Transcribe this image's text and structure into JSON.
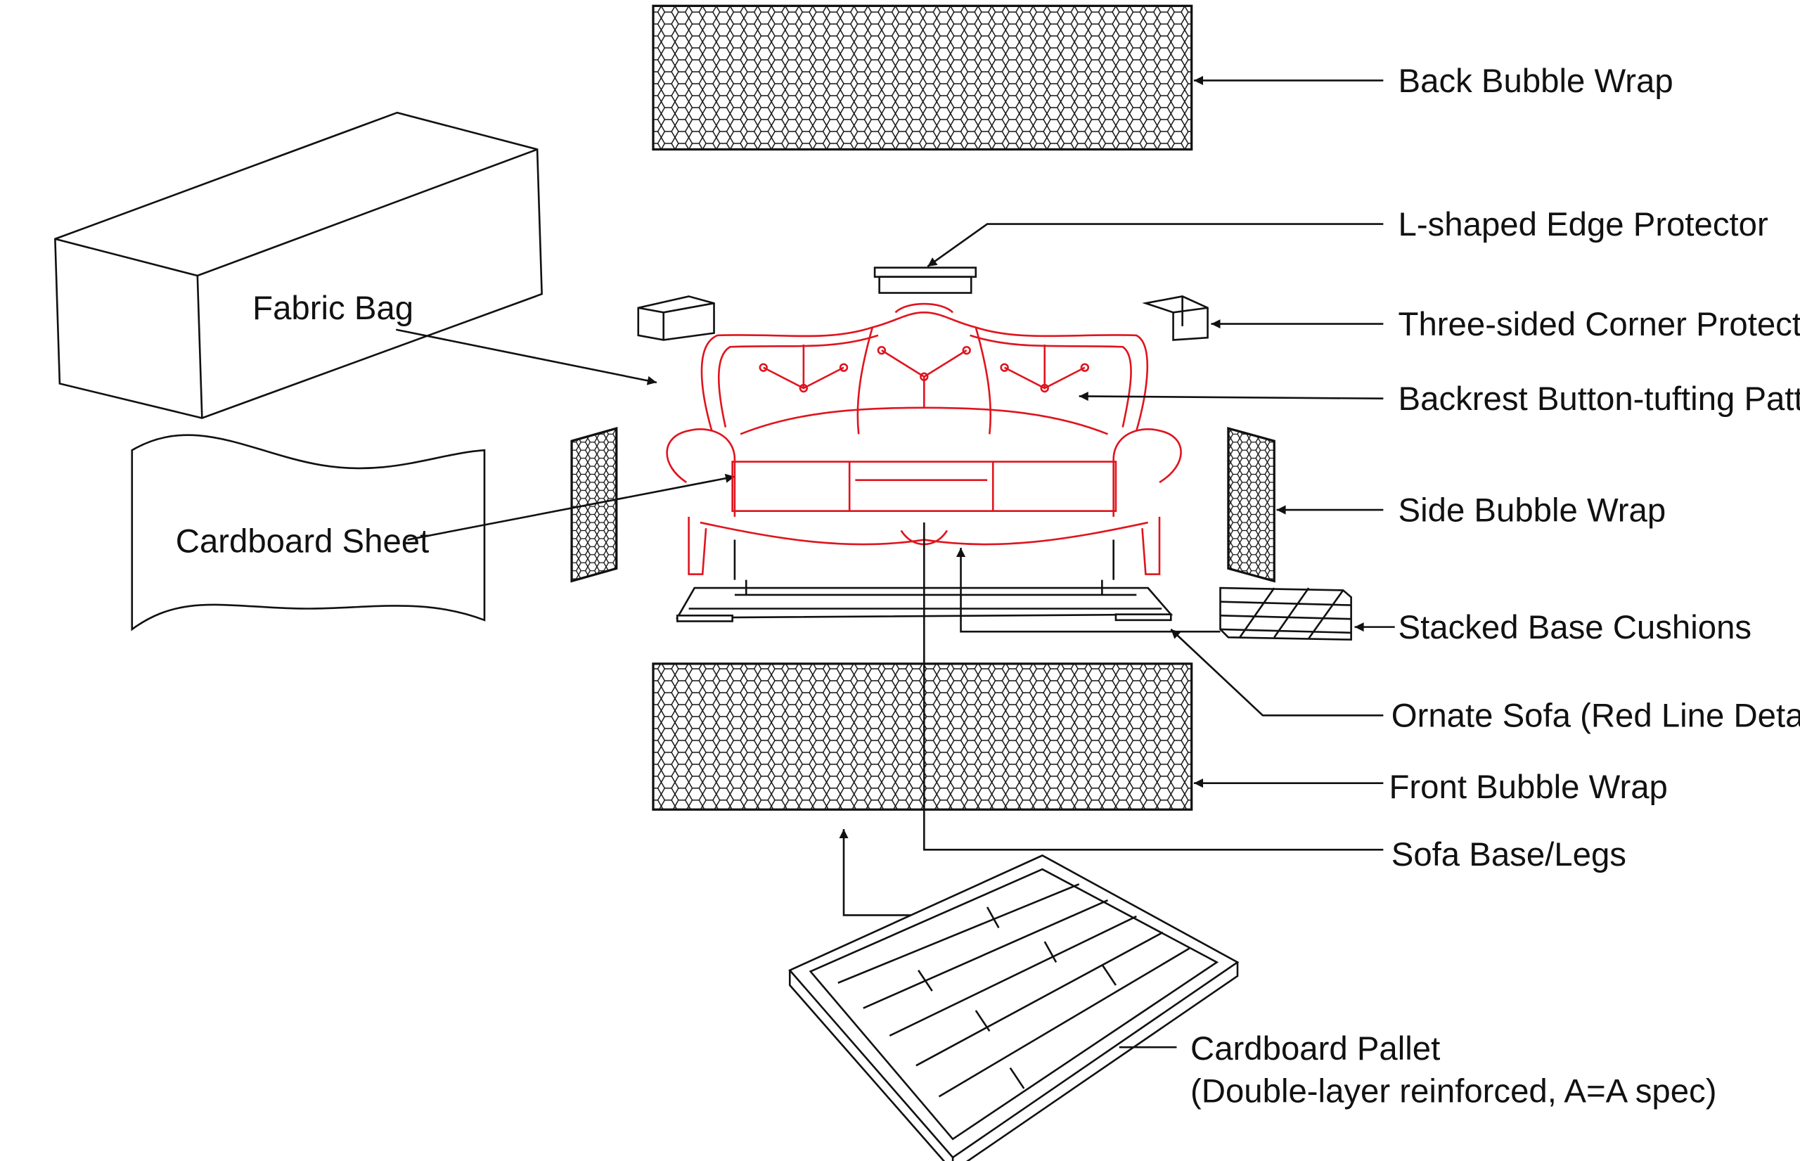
{
  "diagram": {
    "colors": {
      "sofa_line": "#e0141e",
      "line": "#111111",
      "background": "#ffffff"
    },
    "labels": {
      "back_bubble_wrap": "Back Bubble Wrap",
      "edge_protector": "L-shaped Edge Protector",
      "corner_protector": "Three-sided Corner Protector",
      "backrest": "Backrest Button-tufting Pattern",
      "side_bubble_wrap": "Side Bubble Wrap",
      "stacked_cushions": "Stacked Base Cushions",
      "ornate_sofa": "Ornate Sofa (Red Line Detail)",
      "front_bubble_wrap": "Front Bubble Wrap",
      "sofa_base": "Sofa Base/Legs",
      "fabric_bag": "Fabric Bag",
      "cardboard_sheet": "Cardboard Sheet",
      "pallet_line1": "Cardboard Pallet",
      "pallet_line2": "(Double-layer reinforced, A=A spec)"
    }
  }
}
